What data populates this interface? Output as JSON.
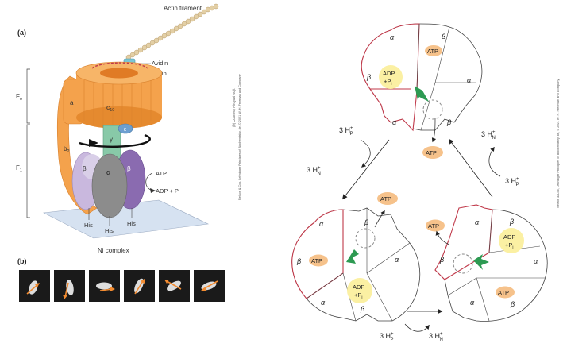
{
  "panel_a": {
    "label": "(a)",
    "actin_filament": "Actin filament",
    "avidin": "Avidin",
    "biotin": "Biotin",
    "fo": "F",
    "fo_sub": "o",
    "f1": "F",
    "f1_sub": "1",
    "sub_a": "a",
    "sub_c": "c",
    "sub_c_count": "10",
    "sub_b2": "b",
    "sub_b2_num": "2",
    "sub_epsilon": "ε",
    "sub_gamma": "γ",
    "sub_alpha": "α",
    "sub_beta": "β",
    "atp": "ATP",
    "adp_pi": "ADP + P",
    "adp_pi_sub": "i",
    "his": "His",
    "ni_complex": "Ni complex"
  },
  "panel_b": {
    "label": "(b)",
    "frames": 6
  },
  "credits": {
    "left_1": "(b) Courtesy Hiroyuki Noji.",
    "left_2": "Nelson & Cox, Lehninger Principles of Biochemistry, 8e, © 2021 W. H. Freeman and Company",
    "right": "Nelson & Cox, Lehninger Principles of Biochemistry, 8e, © 2021 W. H. Freeman and Company"
  },
  "cycle": {
    "top": {
      "alpha": "α",
      "beta": "β",
      "atp": "ATP",
      "adp": "ADP",
      "pi": "+P",
      "pi_sub": "i",
      "product": "ATP"
    },
    "left": {
      "alpha": "α",
      "beta": "β",
      "atp": "ATP",
      "adp": "ADP",
      "pi": "+P",
      "pi_sub": "i",
      "product": "ATP"
    },
    "right": {
      "alpha": "α",
      "beta": "β",
      "atp": "ATP",
      "adp": "ADP",
      "pi": "+P",
      "pi_sub": "i",
      "product": "ATP"
    },
    "h_p": "3 H",
    "h_p_sub": "P",
    "h_n": "3 H",
    "h_n_sub": "N",
    "plus": "+"
  },
  "colors": {
    "orange": "#f4a24c",
    "orange_dark": "#e58a2f",
    "lavender": "#c9b8de",
    "purple": "#8a6bb0",
    "gray": "#8c8c8c",
    "teal": "#88c9a8",
    "red_outline": "#c0394a",
    "green_arrow": "#2d9a52",
    "atp_fill": "#f6c28b",
    "adp_fill": "#fbf0a3"
  }
}
